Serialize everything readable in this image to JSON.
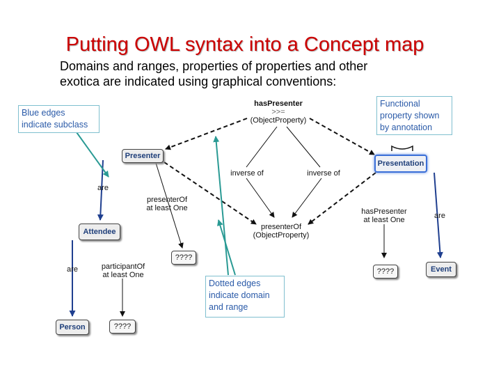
{
  "slide": {
    "title": "Putting OWL syntax into a Concept map",
    "subtitle_line1": "Domains and ranges, properties of properties and other",
    "subtitle_line2": "exotica are indicated using graphical conventions:"
  },
  "callouts": {
    "blue_edges": [
      "Blue edges",
      "indicate subclass"
    ],
    "functional": [
      "Functional",
      "property shown",
      "by annotation"
    ],
    "dotted": [
      "Dotted edges",
      "indicate domain",
      "and range"
    ]
  },
  "nodes": {
    "presenter": "Presenter",
    "presentation": "Presentation",
    "attendee": "Attendee",
    "event": "Event",
    "person": "Person",
    "unknown1": "????",
    "unknown2": "????",
    "unknown3": "????"
  },
  "labels": {
    "has_presenter_prop": [
      "hasPresenter",
      ">>=",
      "(ObjectProperty)"
    ],
    "presenter_of_prop": [
      "presenterOf",
      "(ObjectProperty)"
    ],
    "inverse_of_left": "inverse of",
    "inverse_of_right": "inverse of",
    "are_presenter": "are",
    "presenter_of_min": [
      "presenterOf",
      "at least One"
    ],
    "has_presenter_min": [
      "hasPresenter",
      "at least One"
    ],
    "are_presentation": "are",
    "are_attendee": "are",
    "participant_of_min": [
      "participantOf",
      "at least One"
    ]
  },
  "colors": {
    "title": "#cc0000",
    "subclass_edge": "#1f3f8f",
    "callout_text": "#2a5aa8",
    "callout_pointer": "#2a9a94"
  }
}
